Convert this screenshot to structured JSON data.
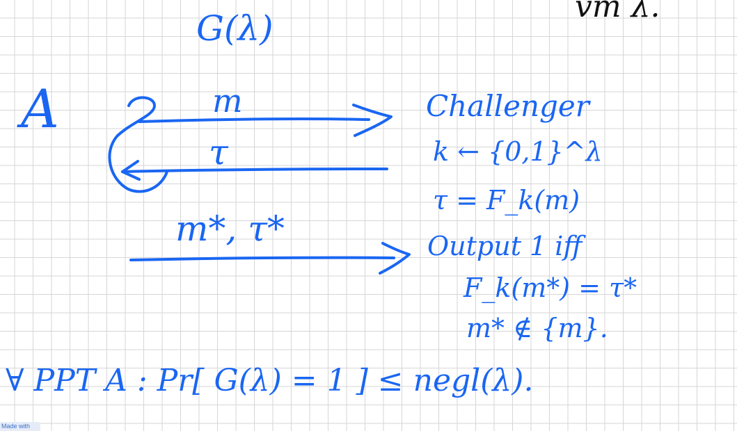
{
  "note": {
    "top_right": "vm λ.",
    "game_title": "G(λ)",
    "adversary": "A",
    "msg_query": "m",
    "tag_response": "τ",
    "forgery": "m*, τ*",
    "challenger_lines": [
      "Challenger",
      "k ← {0,1}^λ",
      "τ = F_k(m)",
      "Output 1 iff",
      "F_k(m*) = τ*",
      "m* ∉ {m}."
    ],
    "bottom_statement": "∀ PPT A :   Pr[ G(λ) = 1 ]  ≤  negl(λ)."
  },
  "badge": {
    "label": "Made with Goodnotes"
  },
  "colors": {
    "ink": "#1a66f2",
    "ink_dark": "#111111",
    "grid": "#d6d6d6"
  }
}
